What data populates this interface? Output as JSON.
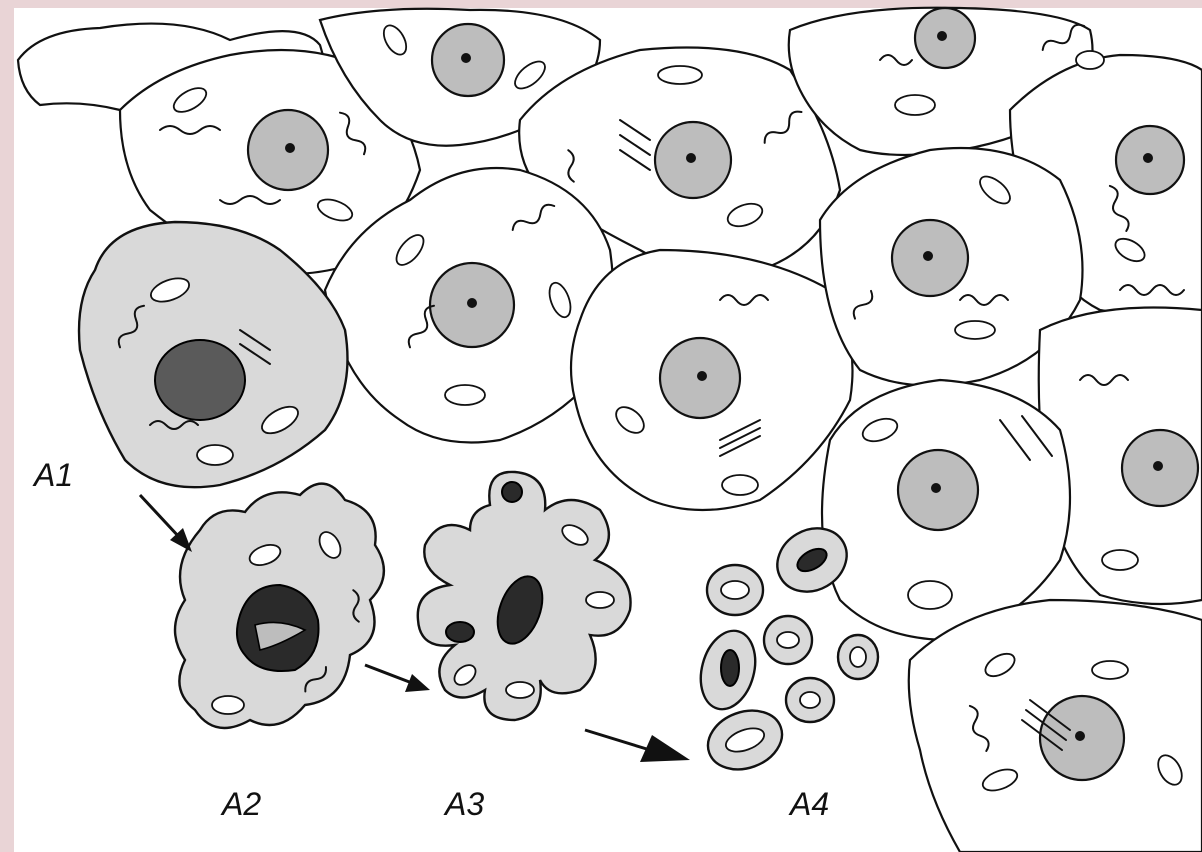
{
  "labels": {
    "a1": "A1",
    "a2": "A2",
    "a3": "A3",
    "a4": "A4"
  },
  "colors": {
    "background_border": "#e9d4d6",
    "ink": "#111111",
    "stipple": "#d9d9d9",
    "nucleus": "#bdbdbd"
  }
}
